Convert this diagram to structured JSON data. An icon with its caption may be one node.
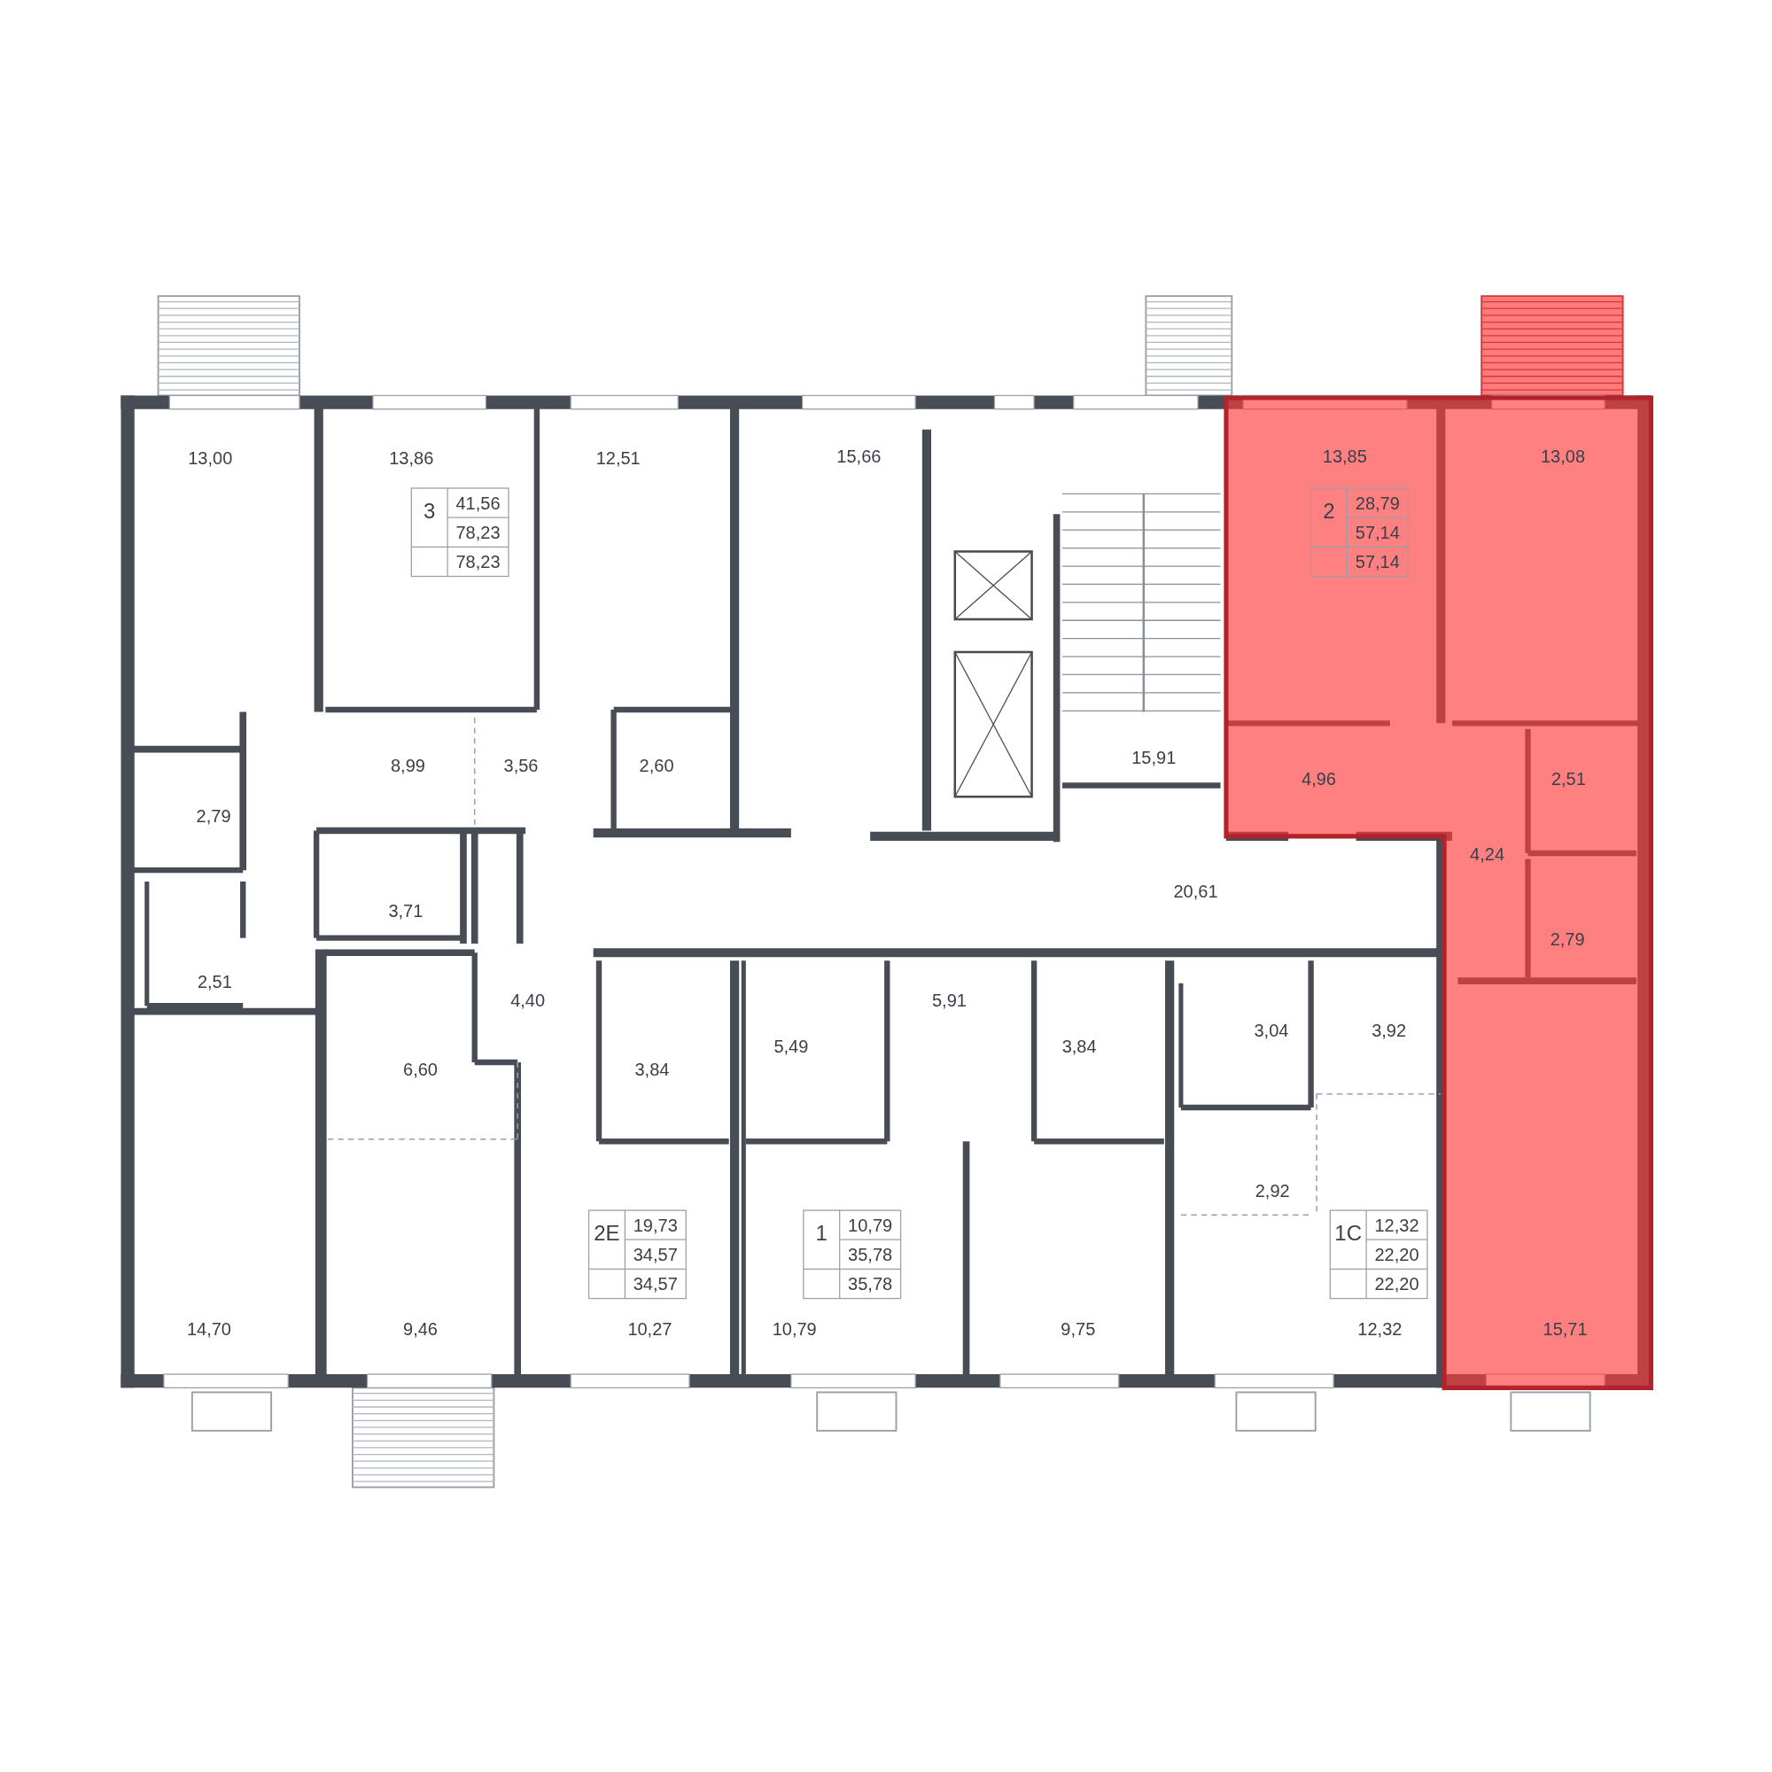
{
  "diagram": {
    "labels": [
      "13,00",
      "13,86",
      "12,51",
      "15,66",
      "13,85",
      "13,08",
      "3",
      "41,56",
      "78,23",
      "78,23",
      "2",
      "28,79",
      "57,14",
      "57,14",
      "8,99",
      "3,56",
      "2,60",
      "15,91",
      "4,96",
      "2,51",
      "2,79",
      "4,24",
      "3,71",
      "20,61",
      "2,79",
      "2,51",
      "4,40",
      "5,91",
      "3,04",
      "3,92",
      "5,49",
      "3,84",
      "6,60",
      "3,84",
      "2,92",
      "2Е",
      "19,73",
      "34,57",
      "34,57",
      "1",
      "10,79",
      "35,78",
      "35,78",
      "1С",
      "12,32",
      "22,20",
      "22,20",
      "14,70",
      "9,46",
      "10,27",
      "10,79",
      "9,75",
      "12,32",
      "15,71"
    ]
  }
}
